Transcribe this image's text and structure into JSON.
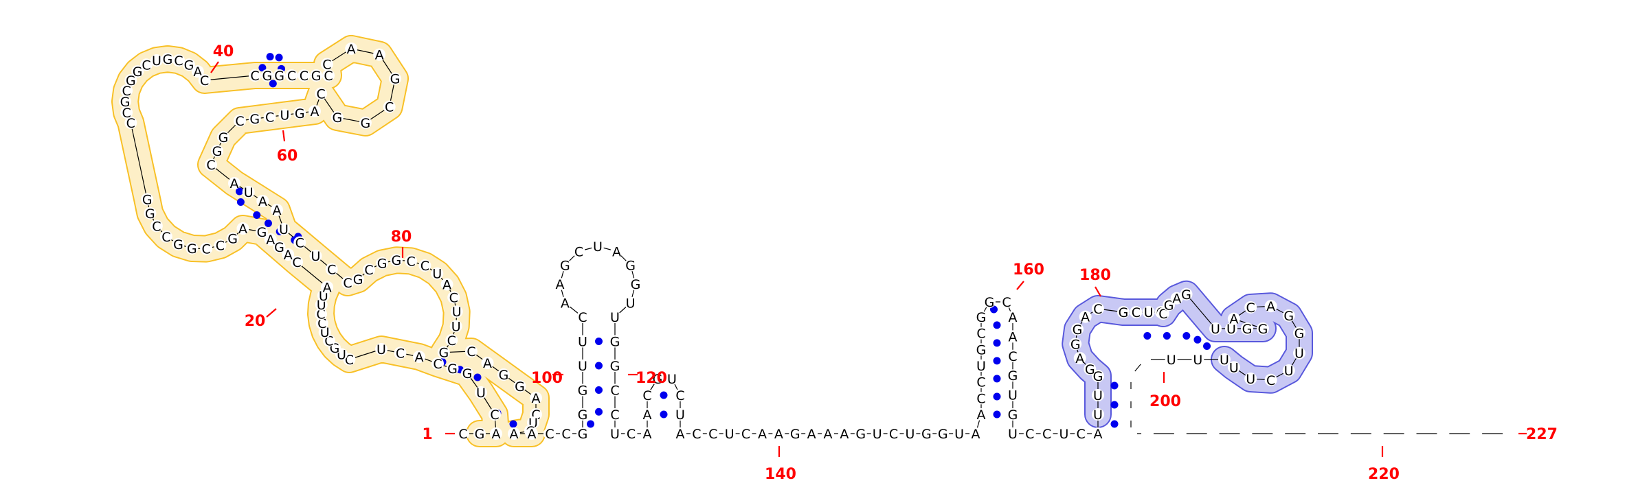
{
  "diagram": {
    "type": "rna-secondary-structure",
    "colors": {
      "nucleotide": "#000000",
      "backbone": "#000000",
      "base_pair": "#0000ee",
      "position_label": "#ff0000",
      "highlight_yellow": "#f7b500",
      "highlight_blue": "#3b3bd6"
    },
    "position_labels": [
      "1",
      "20",
      "40",
      "60",
      "80",
      "100",
      "120",
      "140",
      "160",
      "180",
      "200",
      "220",
      "227"
    ],
    "highlighted_regions": [
      {
        "color": "yellow",
        "from": 2,
        "to": 105
      },
      {
        "color": "blue",
        "from": 177,
        "to": 208
      }
    ],
    "sequence": "CGACUGGCACUCUGCUCCUUACAGAGAGCCGGCCGGCCGCGGCUGCGACCGGCCGCCAAGCGGCAGUCGCGGCAUAAUCUCCGCGGCCUACUUCGCAGGACUCAACCGGGUUCAAGCUAGGUUGGCCUCAACGUCUACCUCAAGAAAGUCUGGUAACCUGCGGCAACGUGUCCUCAUUGGAGGACGCUGCGAGUUGGACAGGUUCUUUUU"
  }
}
